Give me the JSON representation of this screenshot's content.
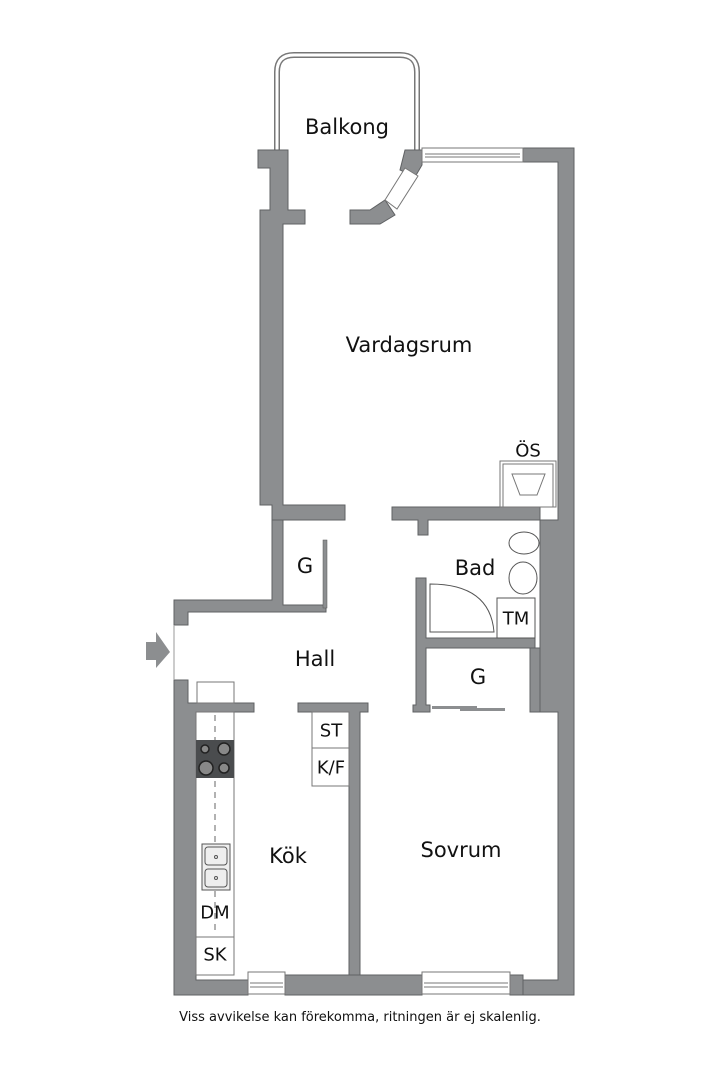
{
  "rooms": {
    "balkong": "Balkong",
    "vardagsrum": "Vardagsrum",
    "os": "ÖS",
    "g_hall": "G",
    "bad": "Bad",
    "tm": "TM",
    "hall": "Hall",
    "g_sovrum": "G",
    "st": "ST",
    "kf": "K/F",
    "kok": "Kök",
    "sovrum": "Sovrum",
    "dm": "DM",
    "sk": "SK"
  },
  "footer": {
    "disclaimer": "Viss avvikelse kan förekomma, ritningen är ej skalenlig."
  },
  "colors": {
    "wall": "#8c8e90",
    "wall_stroke": "#5a5c5e",
    "stove": "#4a4c4e"
  }
}
